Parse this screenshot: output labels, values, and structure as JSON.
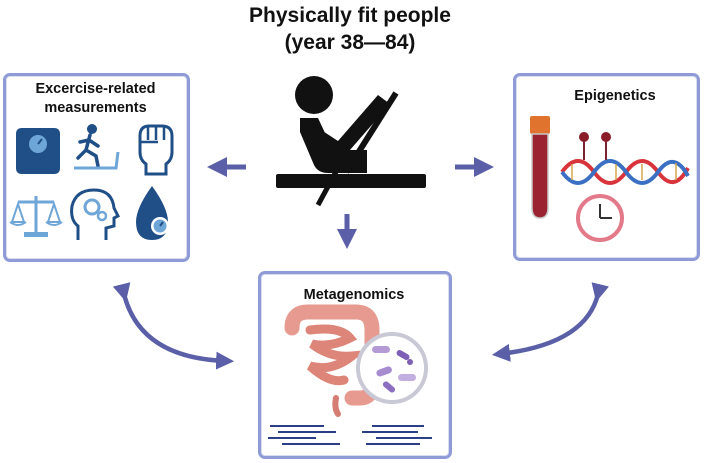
{
  "title": {
    "line1": "Physically fit people",
    "line2": "(year 38—84)"
  },
  "boxes": {
    "exercise": {
      "line1": "Excercise-related",
      "line2": "measurements"
    },
    "epigenetics": {
      "label": "Epigenetics"
    },
    "metagenomics": {
      "label": "Metagenomics"
    }
  },
  "icons": [
    "rowing-person-icon",
    "weight-scale-icon",
    "treadmill-runner-icon",
    "fist-icon",
    "balance-scale-icon",
    "head-gears-icon",
    "blood-pressure-drop-icon",
    "blood-tube-icon",
    "dna-helix-icon",
    "clock-icon",
    "intestine-icon",
    "bacteria-magnifier-icon"
  ],
  "colors": {
    "box_border": "#8f9bd6",
    "arrow": "#5a5fa8",
    "icon_blue": "#1f4f86",
    "dna_red": "#d9333b",
    "dna_blue": "#3a6fc4",
    "intestine": "#e79a8f",
    "clock": "#e27a8a"
  }
}
